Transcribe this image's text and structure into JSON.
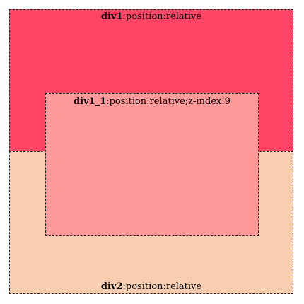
{
  "div1": {
    "name": "div1",
    "css": ":position:relative",
    "color": "#ff4466"
  },
  "div1_1": {
    "name": "div1_1",
    "css": ":position:relative;z-index:9",
    "color": "#ff9899"
  },
  "div2": {
    "name": "div2",
    "css": ":position:relative",
    "color": "#f8cdb0"
  }
}
